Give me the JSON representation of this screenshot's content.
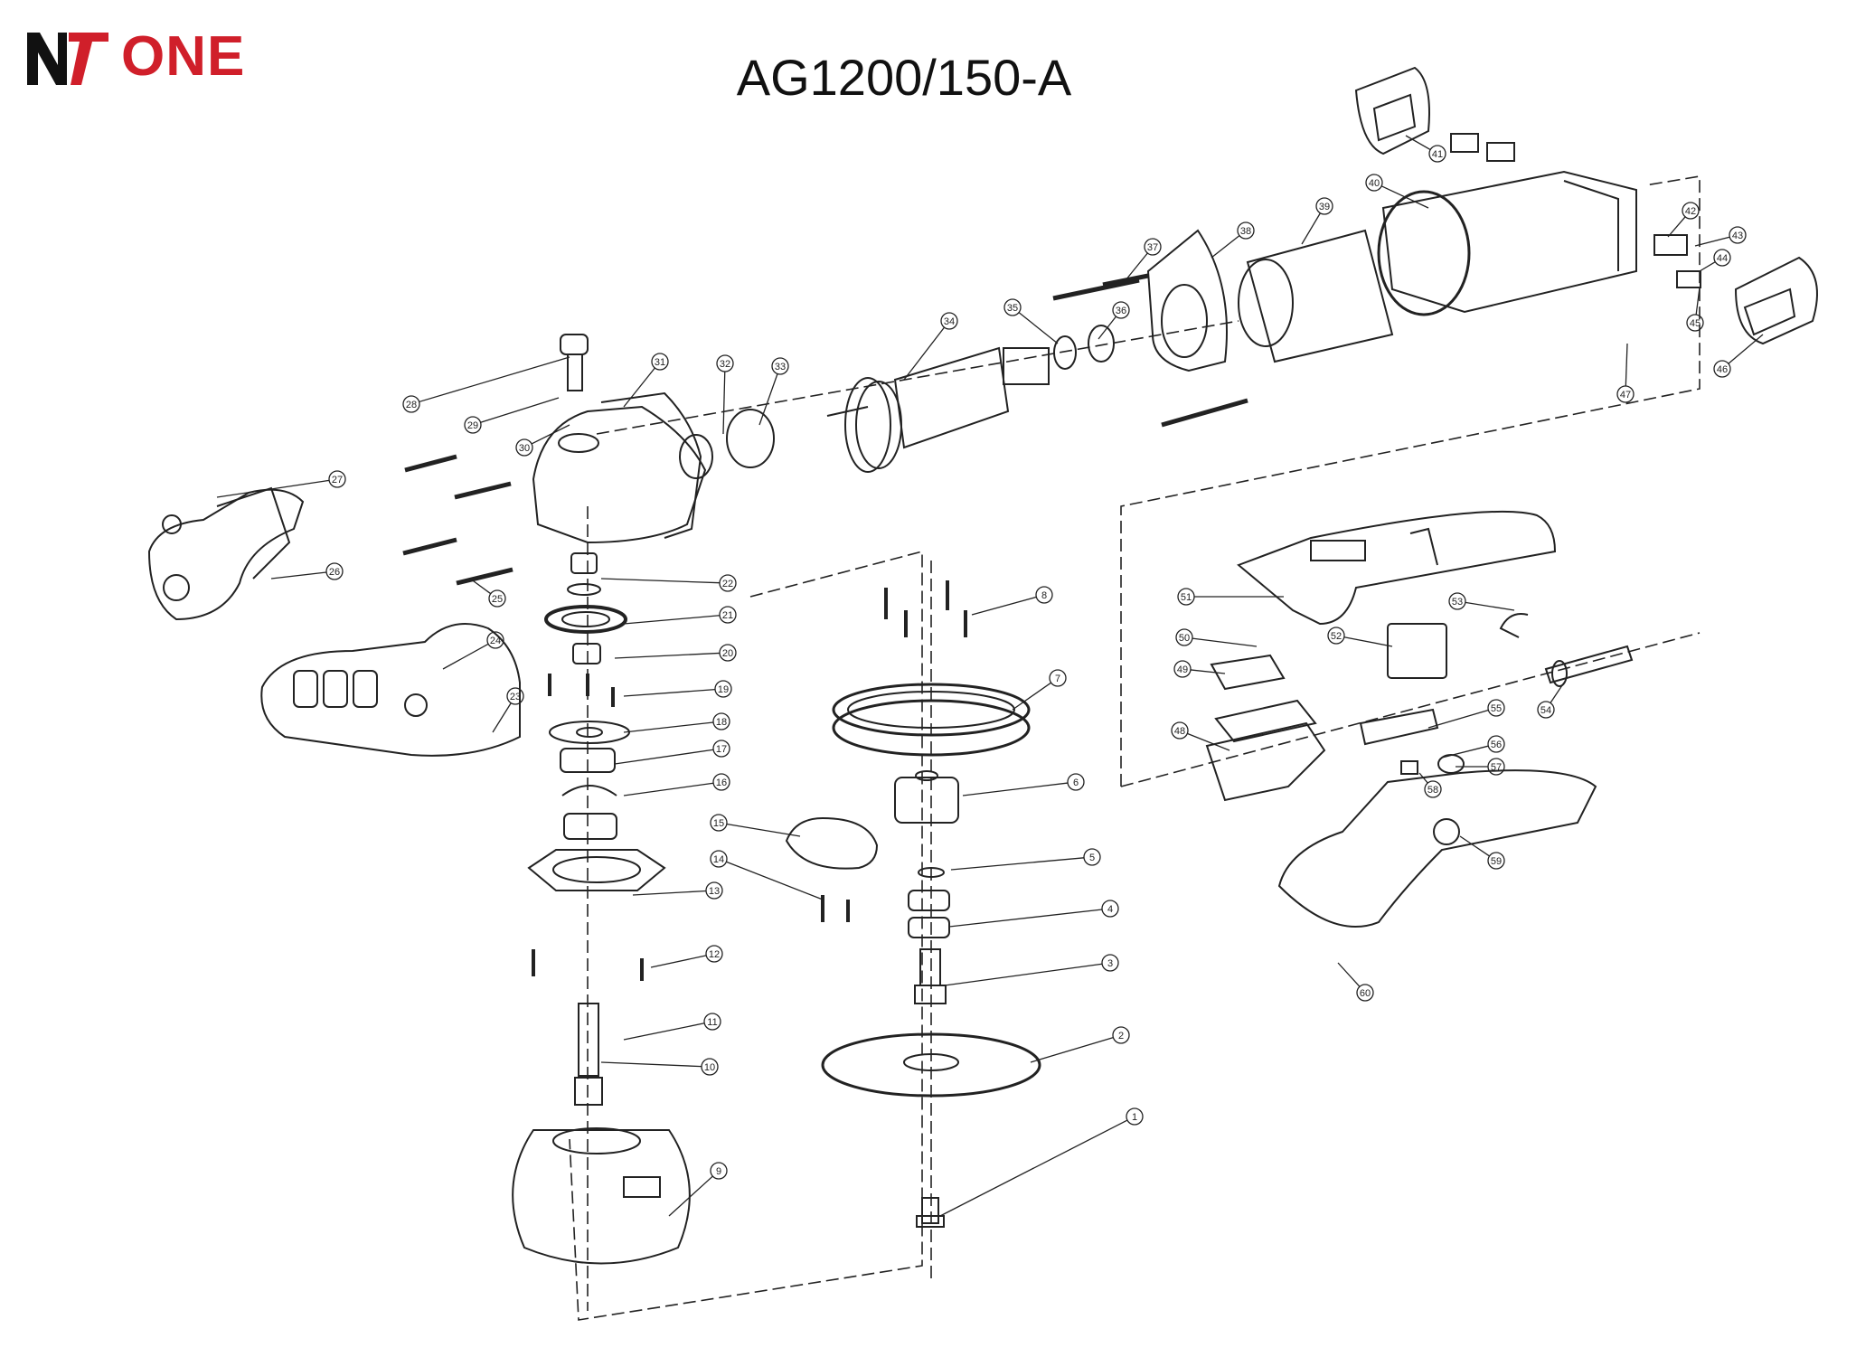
{
  "logo": {
    "text": "ONE",
    "icon": "nt-logo-mark",
    "color": "#d01f2a"
  },
  "title": "AG1200/150-A",
  "callouts": [
    "1",
    "2",
    "3",
    "4",
    "5",
    "6",
    "7",
    "8",
    "9",
    "10",
    "11",
    "12",
    "13",
    "14",
    "15",
    "16",
    "17",
    "18",
    "19",
    "20",
    "21",
    "22",
    "23",
    "24",
    "25",
    "26",
    "27",
    "28",
    "29",
    "30",
    "31",
    "32",
    "33",
    "34",
    "35",
    "36",
    "37",
    "38",
    "39",
    "40",
    "41",
    "42",
    "43",
    "44",
    "45",
    "46",
    "47",
    "48",
    "49",
    "50",
    "51",
    "52",
    "53",
    "54",
    "55",
    "56",
    "57",
    "58",
    "59",
    "60"
  ]
}
